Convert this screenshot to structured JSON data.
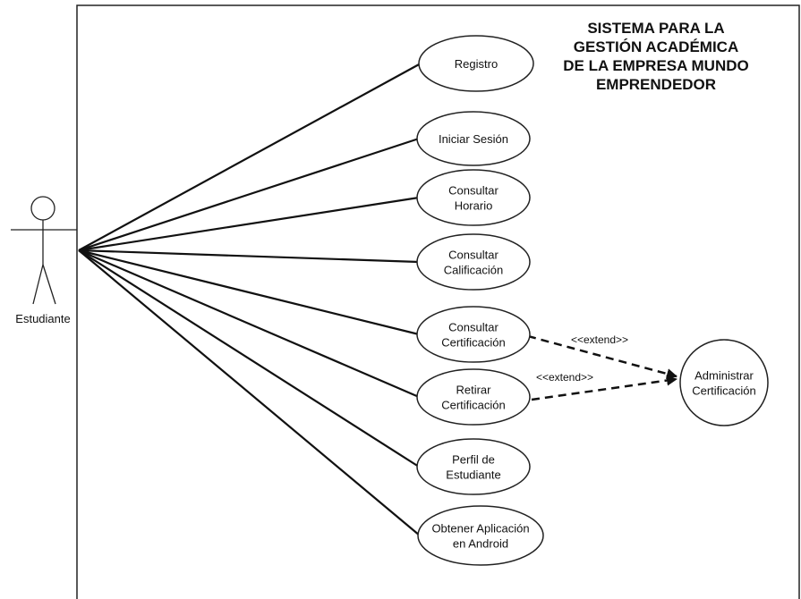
{
  "title_lines": [
    "SISTEMA PARA LA",
    "GESTIÓN  ACADÉMICA",
    "DE LA EMPRESA MUNDO",
    "EMPRENDEDOR"
  ],
  "actor": {
    "name": "Estudiante"
  },
  "use_cases": [
    {
      "id": "registro",
      "lines": [
        "Registro"
      ]
    },
    {
      "id": "iniciar-sesion",
      "lines": [
        "Iniciar Sesión"
      ]
    },
    {
      "id": "consultar-horario",
      "lines": [
        "Consultar",
        "Horario"
      ]
    },
    {
      "id": "consultar-calificacion",
      "lines": [
        "Consultar",
        "Calificación"
      ]
    },
    {
      "id": "consultar-certificacion",
      "lines": [
        "Consultar",
        "Certificación"
      ]
    },
    {
      "id": "retirar-certificacion",
      "lines": [
        "Retirar",
        "Certificación"
      ]
    },
    {
      "id": "perfil-estudiante",
      "lines": [
        "Perfil de",
        "Estudiante"
      ]
    },
    {
      "id": "obtener-aplicacion",
      "lines": [
        "Obtener Aplicación",
        "en Android"
      ]
    }
  ],
  "extended_use_case": {
    "id": "administrar-certificacion",
    "lines": [
      "Administrar",
      "Certificación"
    ]
  },
  "extend_relations": [
    {
      "from": "consultar-certificacion",
      "to": "administrar-certificacion",
      "label": "<<extend>>"
    },
    {
      "from": "retirar-certificacion",
      "to": "administrar-certificacion",
      "label": "<<extend>>"
    }
  ]
}
